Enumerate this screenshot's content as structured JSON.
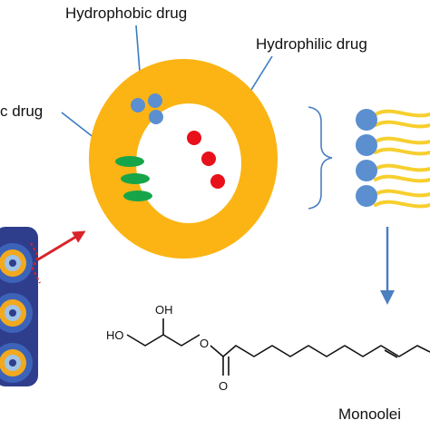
{
  "labels": {
    "hydrophobic": "Hydrophobic drug",
    "hydrophilic": "Hydrophilic drug",
    "amphiphilic_partial": "c drug",
    "monoolein_partial": "Monoolei",
    "oh_top": "OH",
    "ho_left": "HO",
    "ester_o": "O",
    "carbonyl_o": "O"
  },
  "colors": {
    "lipid_shell": "#FBB414",
    "head_blue": "#5B8FD0",
    "hydrophilic_red": "#E8101A",
    "amphiphilic_green": "#17A54A",
    "tail_yellow": "#F7CF2E",
    "pointer_line": "#3A7CC2",
    "red_arrow": "#D9232A",
    "bracket": "#4A7FC0",
    "down_arrow": "#4A7FC0"
  },
  "icons": [
    "liposome-ring",
    "bilayer-fragment",
    "cubosome-stack",
    "monoolein-structure"
  ]
}
